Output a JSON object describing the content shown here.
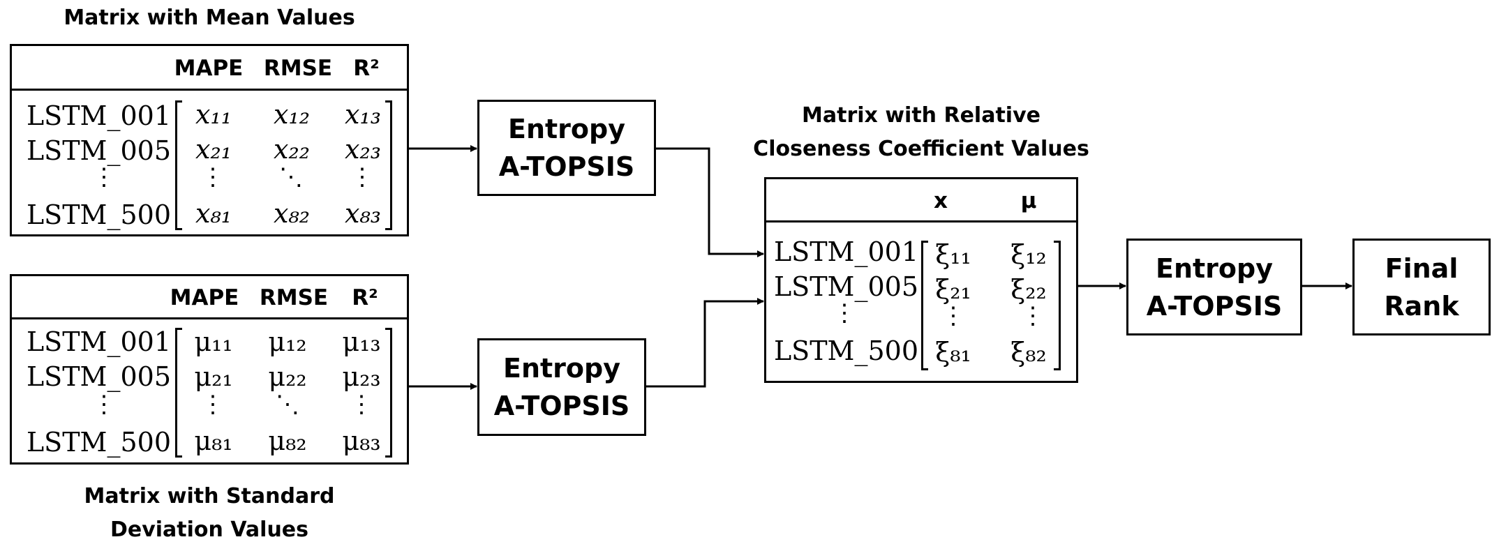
{
  "mean_matrix": {
    "title": "Matrix with Mean Values",
    "columns": [
      "MAPE",
      "RMSE",
      "R²"
    ],
    "rows": [
      "LSTM_001",
      "LSTM_005",
      "⋮",
      "LSTM_500"
    ],
    "cells": {
      "r1": [
        "x₁₁",
        "x₁₂",
        "x₁₃"
      ],
      "r2": [
        "x₂₁",
        "x₂₂",
        "x₂₃"
      ],
      "r4": [
        "x₈₁",
        "x₈₂",
        "x₈₃"
      ]
    }
  },
  "std_matrix": {
    "title_line1": "Matrix with Standard",
    "title_line2": "Deviation Values",
    "columns": [
      "MAPE",
      "RMSE",
      "R²"
    ],
    "rows": [
      "LSTM_001",
      "LSTM_005",
      "⋮",
      "LSTM_500"
    ],
    "cells": {
      "r1": [
        "μ₁₁",
        "μ₁₂",
        "μ₁₃"
      ],
      "r2": [
        "μ₂₁",
        "μ₂₂",
        "μ₂₃"
      ],
      "r4": [
        "μ₈₁",
        "μ₈₂",
        "μ₈₃"
      ]
    }
  },
  "cc_matrix": {
    "title_line1": "Matrix with Relative",
    "title_line2": "Closeness Coefficient Values",
    "columns": [
      "x",
      "μ"
    ],
    "rows": [
      "LSTM_001",
      "LSTM_005",
      "⋮",
      "LSTM_500"
    ],
    "cells": {
      "r1": [
        "ξ₁₁",
        "ξ₁₂"
      ],
      "r2": [
        "ξ₂₁",
        "ξ₂₂"
      ],
      "r4": [
        "ξ₈₁",
        "ξ₈₂"
      ]
    }
  },
  "process_boxes": {
    "entropy_top": {
      "line1": "Entropy",
      "line2": "A-TOPSIS"
    },
    "entropy_bottom": {
      "line1": "Entropy",
      "line2": "A-TOPSIS"
    },
    "entropy_final": {
      "line1": "Entropy",
      "line2": "A-TOPSIS"
    },
    "final_rank": {
      "line1": "Final",
      "line2": "Rank"
    }
  },
  "glyphs": {
    "vdots": "⋮",
    "ddots": "⋱"
  }
}
